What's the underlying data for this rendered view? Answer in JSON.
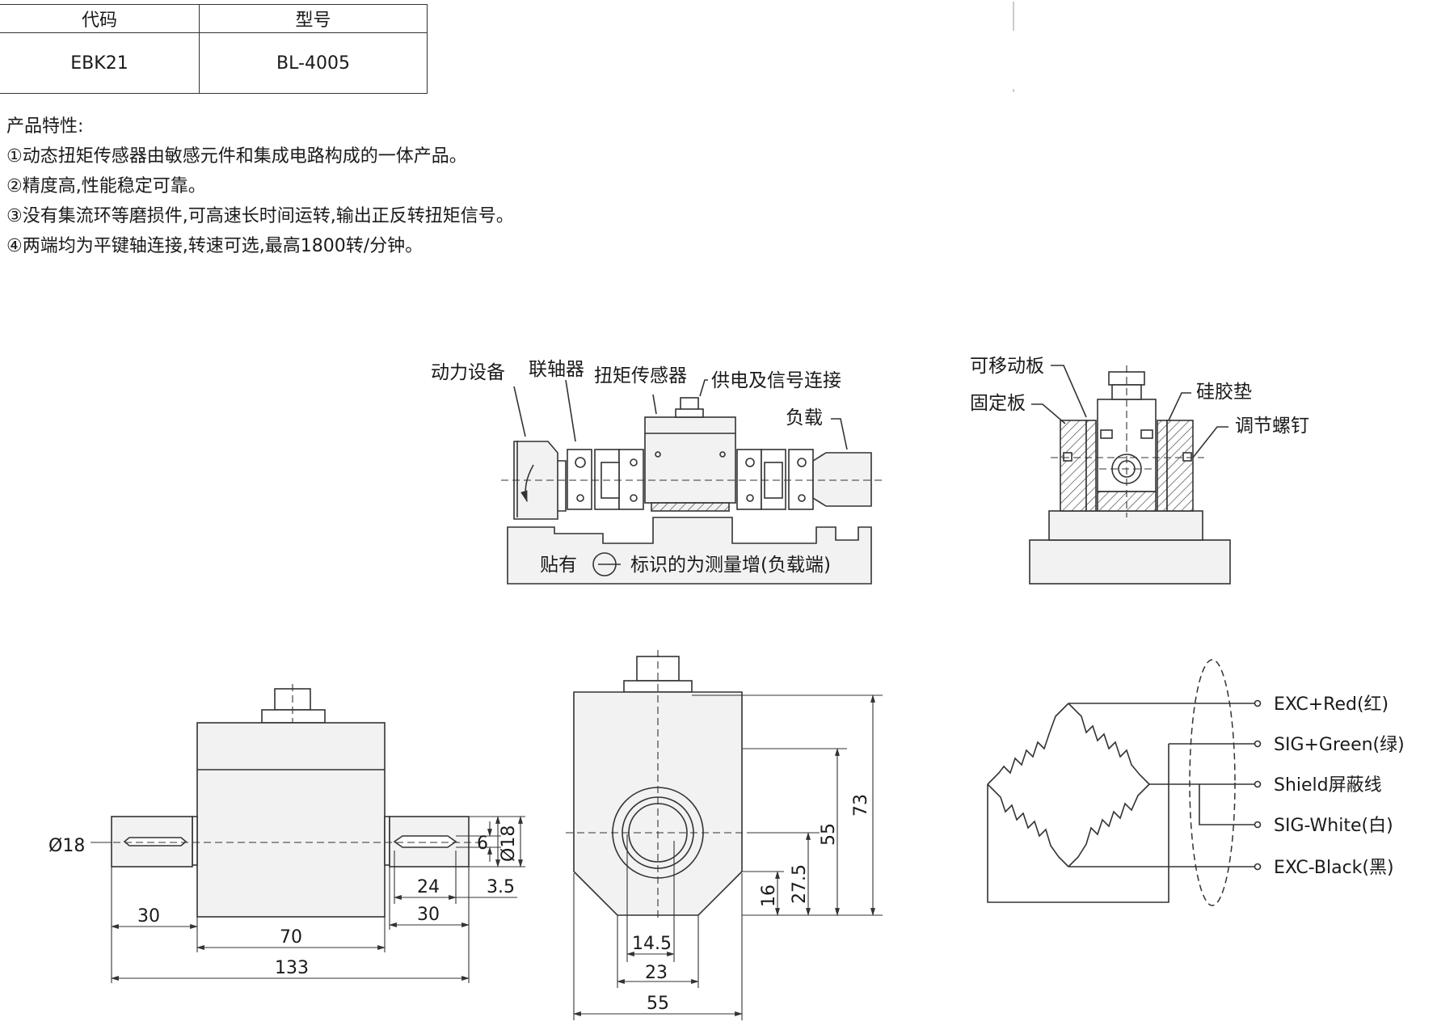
{
  "table": {
    "headers": [
      "代码",
      "型号"
    ],
    "rows": [
      [
        "EBK21",
        "BL-4005"
      ]
    ]
  },
  "features": {
    "title": "产品特性:",
    "items": [
      "①动态扭矩传感器由敏感元件和集成电路构成的一体产品。",
      "②精度高,性能稳定可靠。",
      "③没有集流环等磨损件,可高速长时间运转,输出正反转扭矩信号。",
      "④两端均为平键轴连接,转速可选,最高1800转/分钟。"
    ]
  },
  "install": {
    "labels": {
      "power_device": "动力设备",
      "coupling": "联轴器",
      "torque_sensor": "扭矩传感器",
      "power_signal": "供电及信号连接",
      "load": "负载",
      "note_prefix": "贴有",
      "note_suffix": "标识的为测量增(负载端)"
    }
  },
  "mount": {
    "labels": {
      "movable_plate": "可移动板",
      "fixed_plate": "固定板",
      "silicone_pad": "硅胶垫",
      "adjust_screw": "调节螺钉"
    }
  },
  "front_view": {
    "dims": {
      "shaft_dia_left": "Ø18",
      "shaft_dia_right": "Ø18",
      "key_width": "6",
      "key_length": "24",
      "key_offset": "3.5",
      "shaft_left": "30",
      "shaft_right": "30",
      "body": "70",
      "total": "133"
    }
  },
  "side_view": {
    "dims": {
      "height_total": "73",
      "center_height": "55",
      "d27_5": "27.5",
      "d16": "16",
      "d14_5": "14.5",
      "d23": "23",
      "width": "55"
    }
  },
  "wiring": {
    "wires": [
      "EXC+Red(红)",
      "SIG+Green(绿)",
      "Shield屏蔽线",
      "SIG-White(白)",
      "EXC-Black(黑)"
    ]
  }
}
